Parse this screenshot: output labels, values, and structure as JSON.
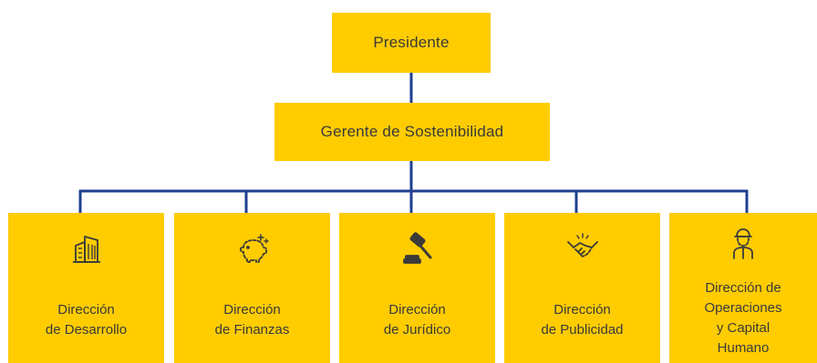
{
  "org_chart": {
    "president": {
      "label": "Presidente"
    },
    "manager": {
      "label": "Gerente de Sostenibilidad"
    },
    "departments": [
      {
        "label": "Dirección\nde Desarrollo",
        "icon": "building-icon"
      },
      {
        "label": "Dirección\nde Finanzas",
        "icon": "piggy-bank-icon"
      },
      {
        "label": "Dirección\nde Jurídico",
        "icon": "gavel-icon"
      },
      {
        "label": "Dirección\nde Publicidad",
        "icon": "handshake-icon"
      },
      {
        "label": "Dirección de\nOperaciones\ny Capital\nHumano",
        "icon": "worker-icon"
      }
    ]
  },
  "colors": {
    "box": "#ffcc00",
    "line": "#1f3f8f",
    "icon": "#3a3a3a",
    "text": "#3a3a3a"
  }
}
